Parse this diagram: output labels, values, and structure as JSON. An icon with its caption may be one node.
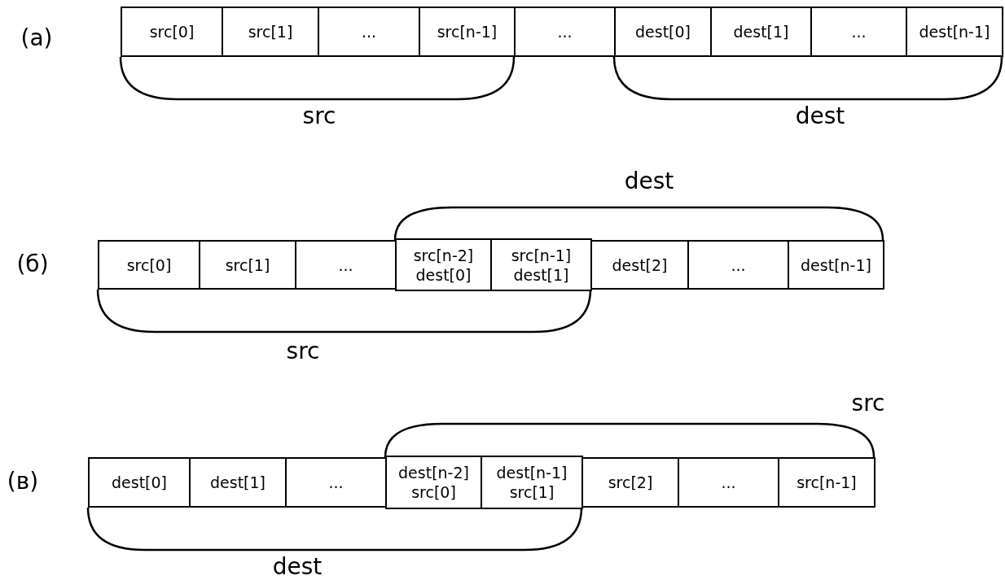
{
  "diagram": {
    "nodes": [
      {
        "text": [
          "src[0]"
        ]
      },
      {
        "text": [
          "src[1]"
        ]
      },
      {
        "text": [
          "..."
        ]
      },
      {
        "text": [
          "src[n-1]"
        ]
      },
      {
        "text": [
          "..."
        ]
      },
      {
        "text": [
          "dest[0]"
        ]
      },
      {
        "text": [
          "dest[1]"
        ]
      },
      {
        "text": [
          "..."
        ]
      },
      {
        "text": [
          "dest[n-1]"
        ]
      },
      {
        "text": [
          "src[0]"
        ]
      },
      {
        "text": [
          "src[1]"
        ]
      },
      {
        "text": [
          "..."
        ]
      },
      {
        "text": [
          "src[n-2]",
          "dest[0]"
        ]
      },
      {
        "text": [
          "src[n-1]",
          "dest[1]"
        ]
      },
      {
        "text": [
          "dest[2]"
        ]
      },
      {
        "text": [
          "..."
        ]
      },
      {
        "text": [
          "dest[n-1]"
        ]
      },
      {
        "text": [
          "dest[0]"
        ]
      },
      {
        "text": [
          "dest[1]"
        ]
      },
      {
        "text": [
          "..."
        ]
      },
      {
        "text": [
          "dest[n-2]",
          "src[0]"
        ]
      },
      {
        "text": [
          "dest[n-1]",
          "src[1]"
        ]
      },
      {
        "text": [
          "src[2]"
        ]
      },
      {
        "text": [
          "..."
        ]
      },
      {
        "text": [
          "src[n-1]"
        ]
      }
    ],
    "labels": [
      "(а)",
      "src",
      "dest",
      "dest",
      "(б)",
      "src",
      "src",
      "(в)",
      "dest"
    ]
  }
}
